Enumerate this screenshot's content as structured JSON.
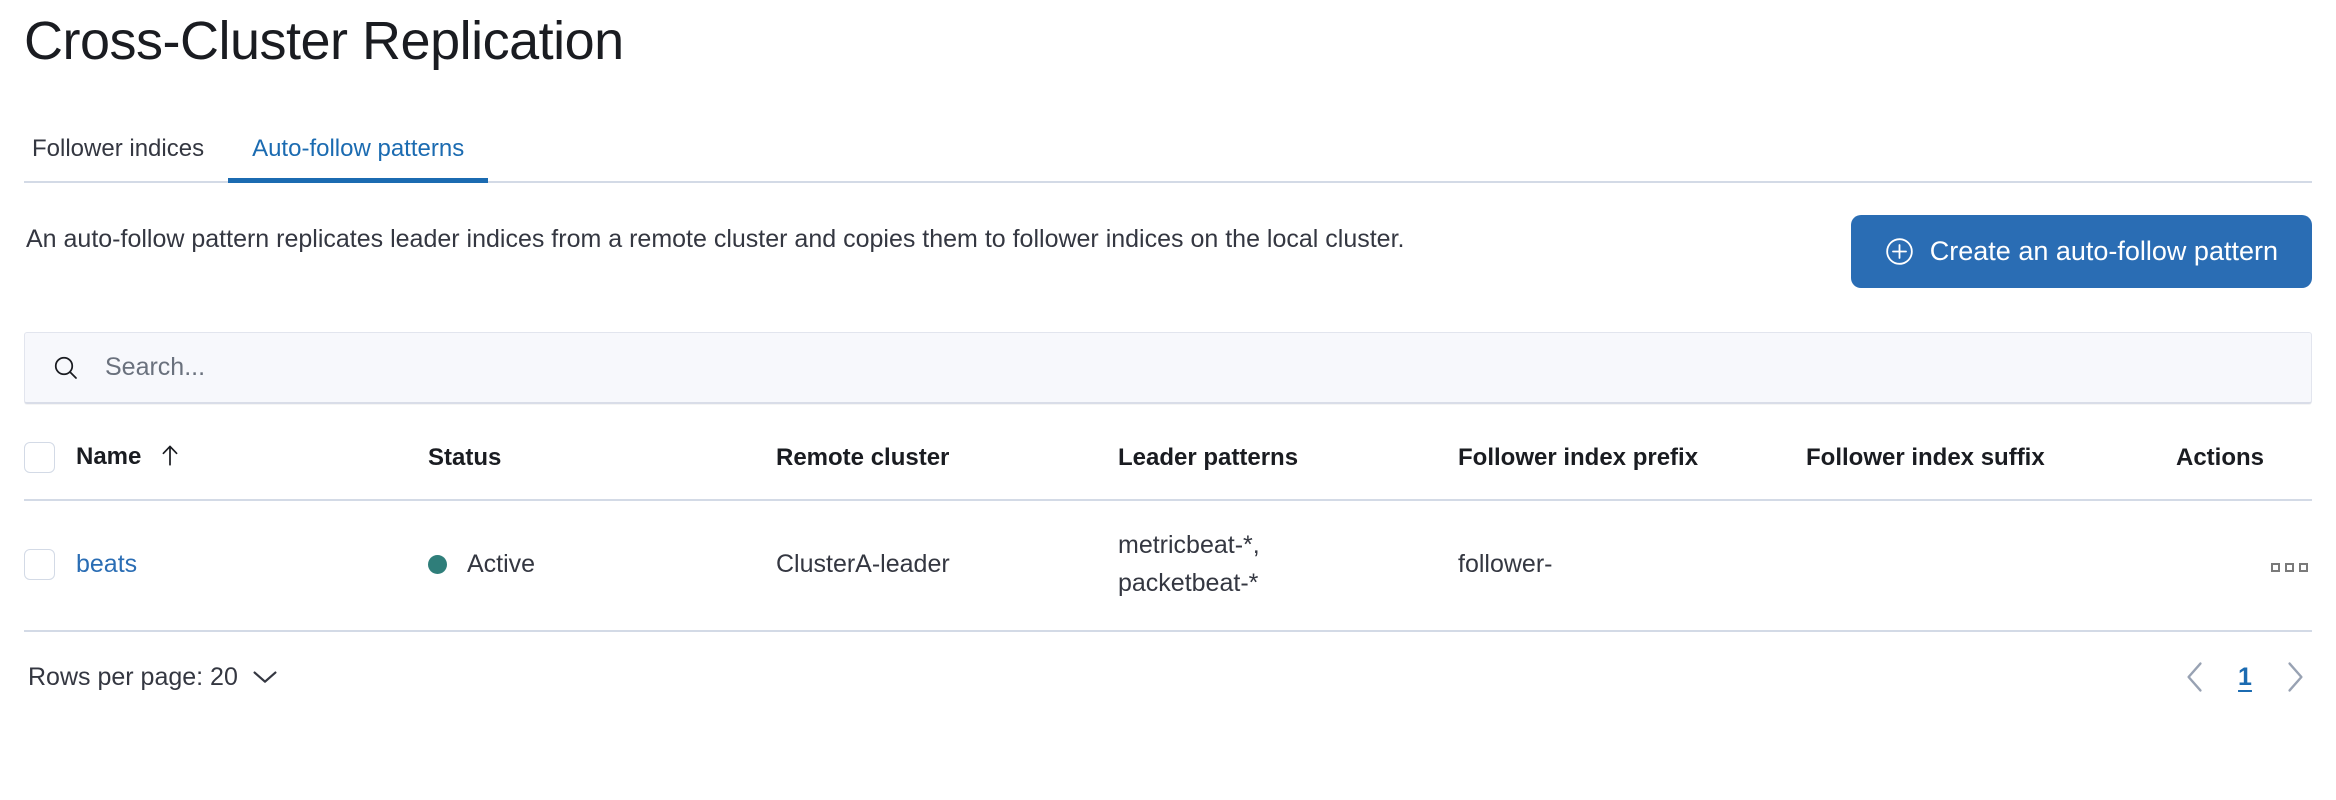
{
  "header": {
    "title": "Cross-Cluster Replication"
  },
  "tabs": [
    {
      "label": "Follower indices",
      "active": false
    },
    {
      "label": "Auto-follow patterns",
      "active": true
    }
  ],
  "description": "An auto-follow pattern replicates leader indices from a remote cluster and copies them to follower indices on the local cluster.",
  "create_button": {
    "label": "Create an auto-follow pattern",
    "icon": "plus-in-circle-icon",
    "color": "#2a6db4"
  },
  "search": {
    "placeholder": "Search...",
    "value": "",
    "icon": "search-icon"
  },
  "table": {
    "columns": [
      "Name",
      "Status",
      "Remote cluster",
      "Leader patterns",
      "Follower index prefix",
      "Follower index suffix",
      "Actions"
    ],
    "sort": {
      "column": "Name",
      "direction": "asc",
      "icon": "arrow-up-icon"
    },
    "rows": [
      {
        "name": "beats",
        "status": "Active",
        "status_color": "#2f7e7a",
        "remote_cluster": "ClusterA-leader",
        "leader_patterns": "metricbeat-*, packetbeat-*",
        "leader_patterns_lines": [
          "metricbeat-*,",
          "packetbeat-*"
        ],
        "follower_index_prefix": "follower-",
        "follower_index_suffix": "",
        "actions_icon": "more-actions-icon"
      }
    ]
  },
  "footer": {
    "rows_per_page_label": "Rows per page: 20",
    "rows_per_page_value": "20",
    "pagination": {
      "prev_icon": "chevron-left-icon",
      "next_icon": "chevron-right-icon",
      "current_page": "1"
    }
  },
  "colors": {
    "link": "#2a6db4",
    "accent": "#1b6bb1",
    "border": "#d3dae6",
    "status_active": "#2f7e7a"
  }
}
